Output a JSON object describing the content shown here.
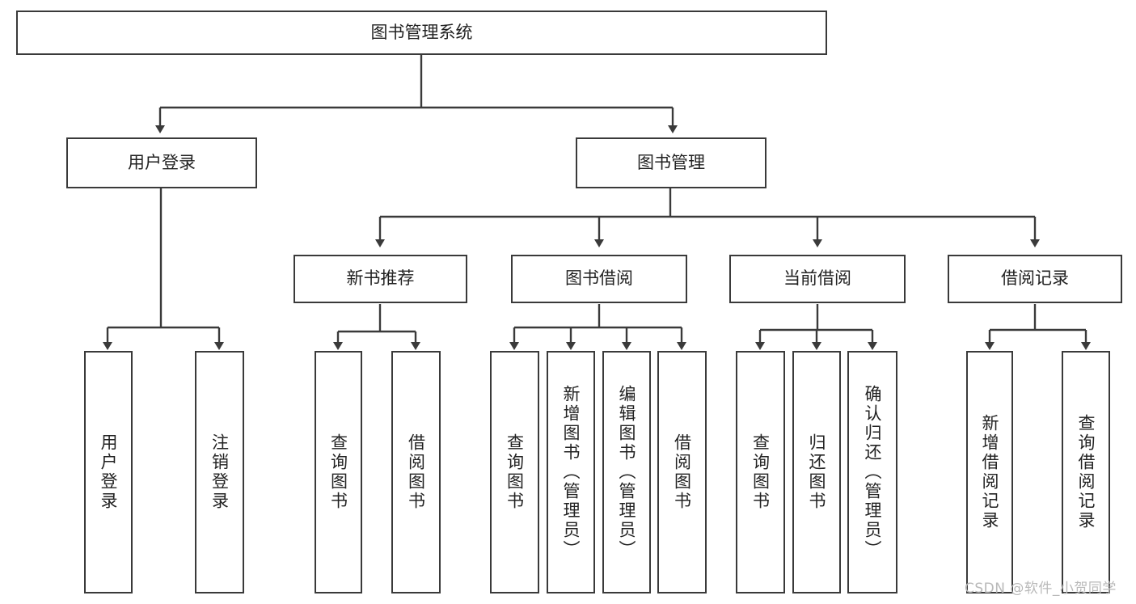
{
  "diagram": {
    "title": "图书管理系统",
    "root": {
      "label": "图书管理系统"
    },
    "level1": [
      {
        "label": "用户登录"
      },
      {
        "label": "图书管理"
      }
    ],
    "level2": [
      {
        "label": "新书推荐"
      },
      {
        "label": "图书借阅"
      },
      {
        "label": "当前借阅"
      },
      {
        "label": "借阅记录"
      }
    ],
    "leaves": {
      "user_login": [
        {
          "label": "用户登录"
        },
        {
          "label": "注销登录"
        }
      ],
      "new_book_recommend": [
        {
          "label": "查询图书"
        },
        {
          "label": "借阅图书"
        }
      ],
      "book_borrow": [
        {
          "label": "查询图书"
        },
        {
          "label": "新增图书（管理员）"
        },
        {
          "label": "编辑图书（管理员）"
        },
        {
          "label": "借阅图书"
        }
      ],
      "current_borrow": [
        {
          "label": "查询图书"
        },
        {
          "label": "归还图书"
        },
        {
          "label": "确认归还（管理员）"
        }
      ],
      "borrow_record": [
        {
          "label": "新增借阅记录"
        },
        {
          "label": "查询借阅记录"
        }
      ]
    }
  },
  "watermark": {
    "text": "CSDN @软件_小贺同学"
  },
  "colors": {
    "stroke": "#3a3a3a",
    "background": "#ffffff",
    "text": "#222222",
    "watermark": "#b9b9b9"
  }
}
